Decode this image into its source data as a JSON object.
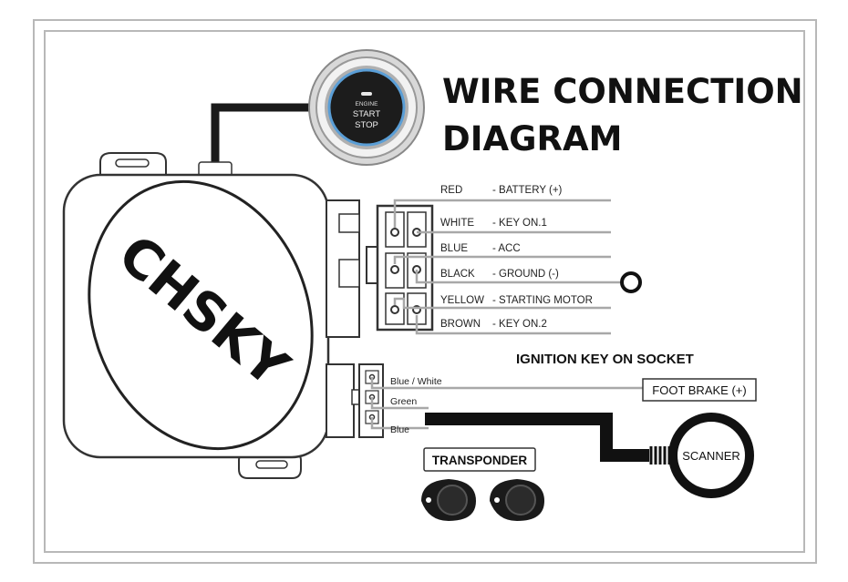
{
  "title": {
    "line1": "WIRE CONNECTION",
    "line2": "DIAGRAM"
  },
  "brand": "CHSKY",
  "button": {
    "top": "ENGINE",
    "line1": "START",
    "line2": "STOP"
  },
  "wires": [
    {
      "color": "RED",
      "function": "- BATTERY (+)"
    },
    {
      "color": "WHITE",
      "function": "- KEY ON.1"
    },
    {
      "color": "BLUE",
      "function": "- ACC"
    },
    {
      "color": "BLACK",
      "function": "- GROUND (-)"
    },
    {
      "color": "YELLOW",
      "function": "- STARTING MOTOR"
    },
    {
      "color": "BROWN",
      "function": "- KEY ON.2"
    }
  ],
  "socket_title": "IGNITION KEY ON SOCKET",
  "socket_wires": [
    "Blue / White",
    "Green",
    "Blue"
  ],
  "foot_brake": "FOOT BRAKE (+)",
  "scanner": "SCANNER",
  "transponder": "TRANSPONDER",
  "icons": [
    "start-stop-button-icon",
    "ground-ring-icon",
    "scanner-ring-icon",
    "transponder-fob-icon"
  ]
}
